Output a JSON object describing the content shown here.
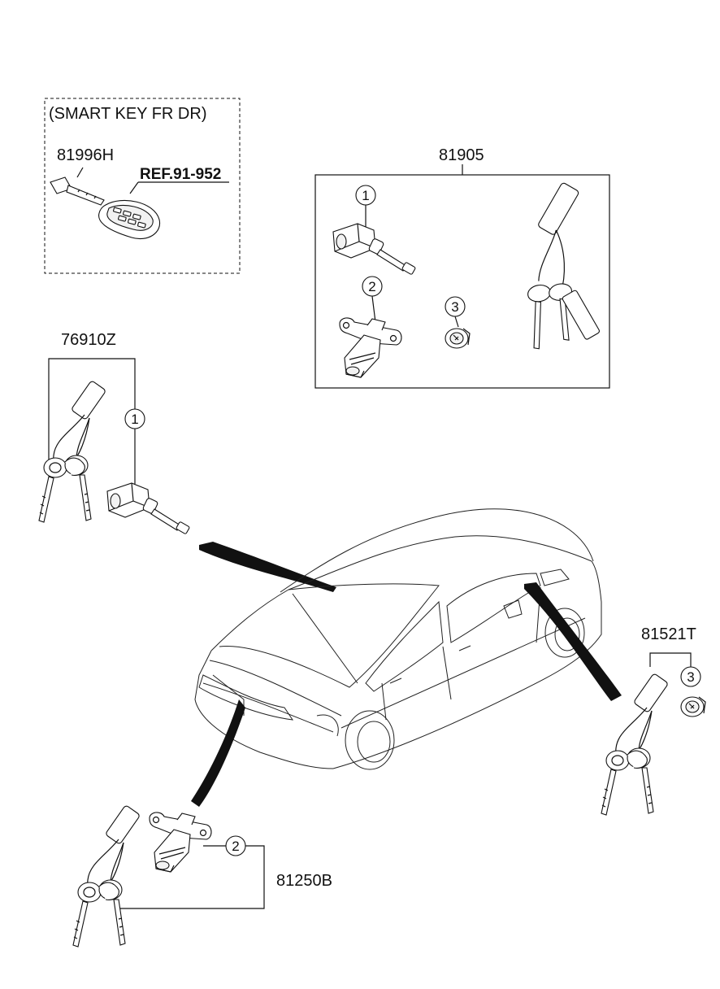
{
  "labels": {
    "smart_key_title": "(SMART KEY FR DR)",
    "smart_key_part": "81996H",
    "ref": "REF.91-952",
    "kit_box": "81905",
    "key_set_left": "76910Z",
    "key_set_right": "81521T",
    "key_set_bottom": "81250B"
  },
  "callouts": {
    "box_1": "1",
    "box_2": "2",
    "box_3": "3",
    "left_1": "1",
    "right_3": "3",
    "bottom_2": "2"
  },
  "icons": [
    "smart-key-fob-icon",
    "emergency-key-blade-icon",
    "door-lock-cylinder-icon",
    "trunk-lock-cylinder-icon",
    "glove-box-lock-icon",
    "key-set-icon",
    "sedan-icon"
  ]
}
